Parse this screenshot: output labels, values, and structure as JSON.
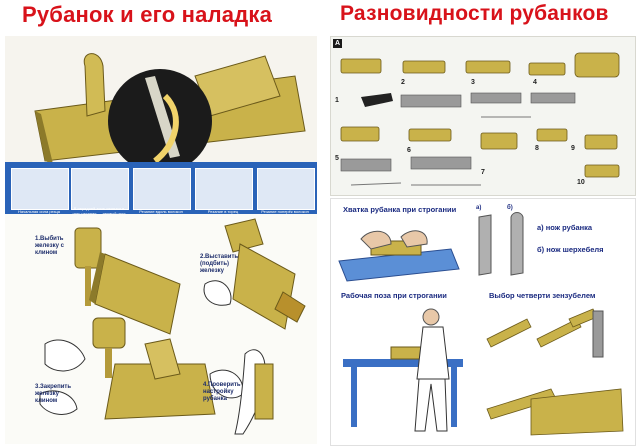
{
  "titles": {
    "left": "Рубанок и его наладка",
    "right": "Разновидности рубанков"
  },
  "left_bottom_steps": [
    "1.Выбить железку с клином",
    "2.Выставить (подбить) железку",
    "3.Закрепить железку клином",
    "4.Проверить настройку рубанка"
  ],
  "top_strip_captions": [
    "Начальная сила резца",
    "В передней зоне железки в углу резания — первый угол",
    "Резание вдоль волокон",
    "Резание в торец",
    "Резание поперёк волокон"
  ],
  "right_panel": {
    "marker": "А",
    "numbers": [
      "1",
      "2",
      "3",
      "4",
      "5",
      "6",
      "7",
      "8",
      "9",
      "10"
    ]
  },
  "right_bottom": {
    "grip_title": "Хватка рубанка при строгании",
    "label_a": "а)",
    "label_b": "б)",
    "blade_a": "а) нож рубанка",
    "blade_b": "б) нож шерхебеля",
    "pose_title": "Рабочая поза при строгании",
    "rebate_title": "Выбор четверти зензубелем"
  },
  "colors": {
    "title_red": "#d8121a",
    "wood": "#c9b24a",
    "strip_blue": "#2a63b8",
    "text_blue": "#1a2a80"
  }
}
